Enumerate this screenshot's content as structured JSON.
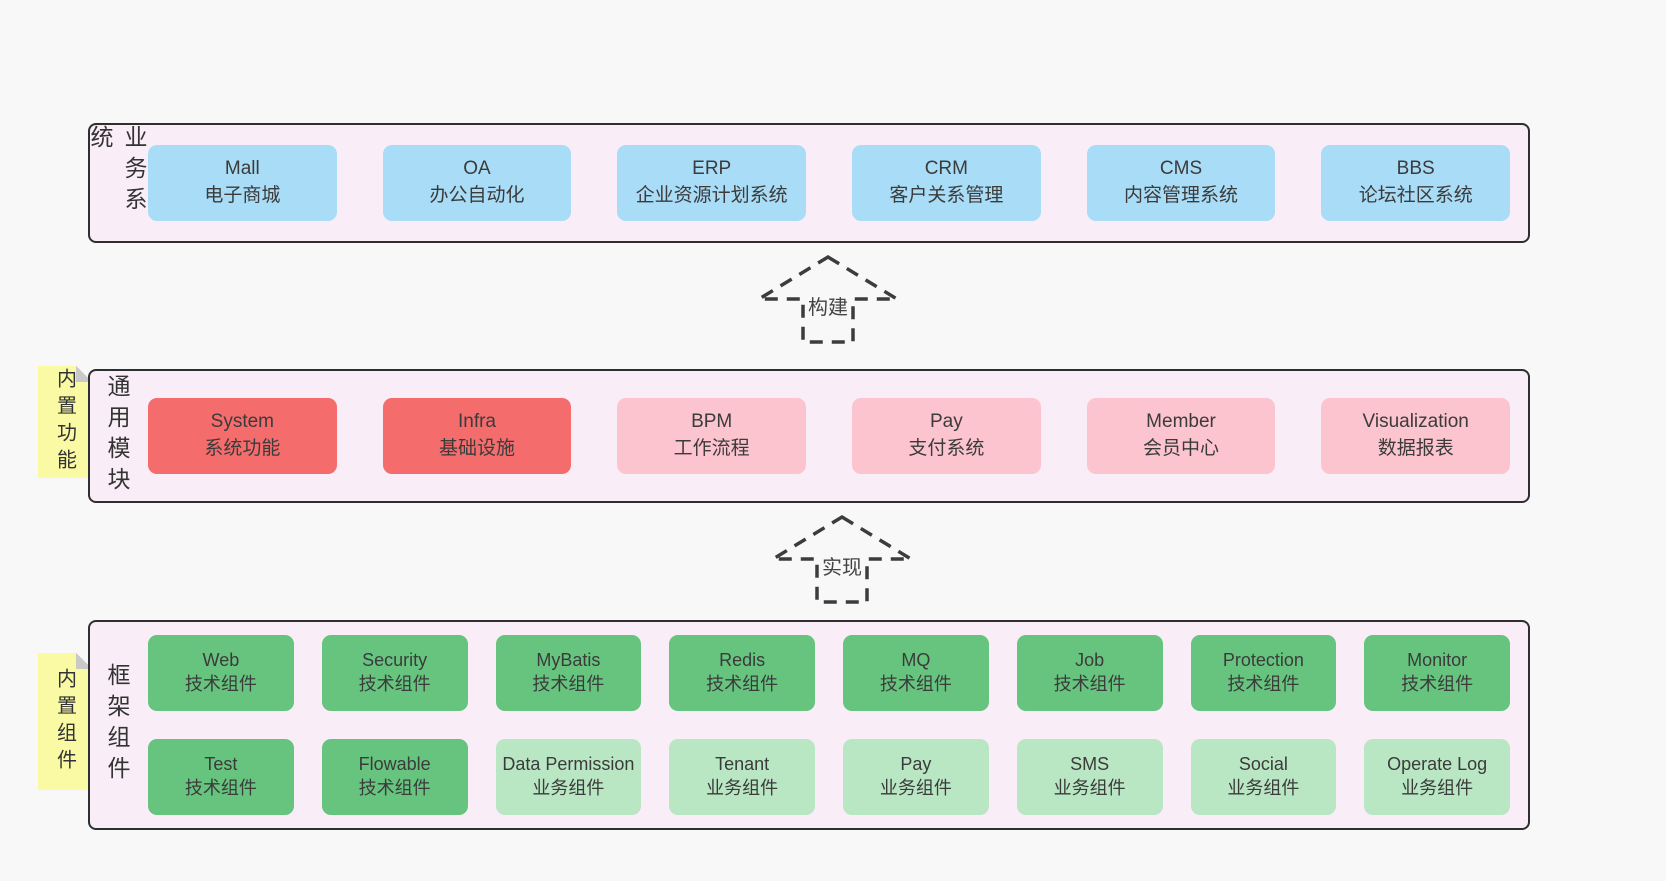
{
  "palette": {
    "page-bg": "#f8f8f8",
    "band-bg": "#f9eef7",
    "band-border": "#2f2f2f",
    "box-blue": "#a9dcf6",
    "box-red": "#f56c6c",
    "box-pink": "#fbc4ce",
    "box-green": "#66c47e",
    "box-green-light": "#b9e6c3",
    "sticky-bg": "#fafaa5",
    "sticky-fold": "#c9c9c9",
    "arrow-ink": "#3c3c3c",
    "ink": "#3b3b3b"
  },
  "arrows": {
    "build": "构建",
    "implement": "实现"
  },
  "bands": {
    "business": {
      "label": "业务系统",
      "boxes": [
        {
          "title": "Mall",
          "subtitle": "电子商城",
          "variant": "blue"
        },
        {
          "title": "OA",
          "subtitle": "办公自动化",
          "variant": "blue"
        },
        {
          "title": "ERP",
          "subtitle": "企业资源计划系统",
          "variant": "blue"
        },
        {
          "title": "CRM",
          "subtitle": "客户关系管理",
          "variant": "blue"
        },
        {
          "title": "CMS",
          "subtitle": "内容管理系统",
          "variant": "blue"
        },
        {
          "title": "BBS",
          "subtitle": "论坛社区系统",
          "variant": "blue"
        }
      ]
    },
    "modules": {
      "label": "通用模块",
      "sticky": "内置功能",
      "boxes": [
        {
          "title": "System",
          "subtitle": "系统功能",
          "variant": "red"
        },
        {
          "title": "Infra",
          "subtitle": "基础设施",
          "variant": "red"
        },
        {
          "title": "BPM",
          "subtitle": "工作流程",
          "variant": "pink"
        },
        {
          "title": "Pay",
          "subtitle": "支付系统",
          "variant": "pink"
        },
        {
          "title": "Member",
          "subtitle": "会员中心",
          "variant": "pink"
        },
        {
          "title": "Visualization",
          "subtitle": "数据报表",
          "variant": "pink"
        }
      ]
    },
    "components": {
      "label": "框架组件",
      "sticky": "内置组件",
      "row1": [
        {
          "title": "Web",
          "subtitle": "技术组件",
          "variant": "green"
        },
        {
          "title": "Security",
          "subtitle": "技术组件",
          "variant": "green"
        },
        {
          "title": "MyBatis",
          "subtitle": "技术组件",
          "variant": "green"
        },
        {
          "title": "Redis",
          "subtitle": "技术组件",
          "variant": "green"
        },
        {
          "title": "MQ",
          "subtitle": "技术组件",
          "variant": "green"
        },
        {
          "title": "Job",
          "subtitle": "技术组件",
          "variant": "green"
        },
        {
          "title": "Protection",
          "subtitle": "技术组件",
          "variant": "green"
        },
        {
          "title": "Monitor",
          "subtitle": "技术组件",
          "variant": "green"
        }
      ],
      "row2": [
        {
          "title": "Test",
          "subtitle": "技术组件",
          "variant": "green"
        },
        {
          "title": "Flowable",
          "subtitle": "技术组件",
          "variant": "green"
        },
        {
          "title": "Data Permission",
          "subtitle": "业务组件",
          "variant": "green-light"
        },
        {
          "title": "Tenant",
          "subtitle": "业务组件",
          "variant": "green-light"
        },
        {
          "title": "Pay",
          "subtitle": "业务组件",
          "variant": "green-light"
        },
        {
          "title": "SMS",
          "subtitle": "业务组件",
          "variant": "green-light"
        },
        {
          "title": "Social",
          "subtitle": "业务组件",
          "variant": "green-light"
        },
        {
          "title": "Operate Log",
          "subtitle": "业务组件",
          "variant": "green-light"
        }
      ]
    }
  }
}
